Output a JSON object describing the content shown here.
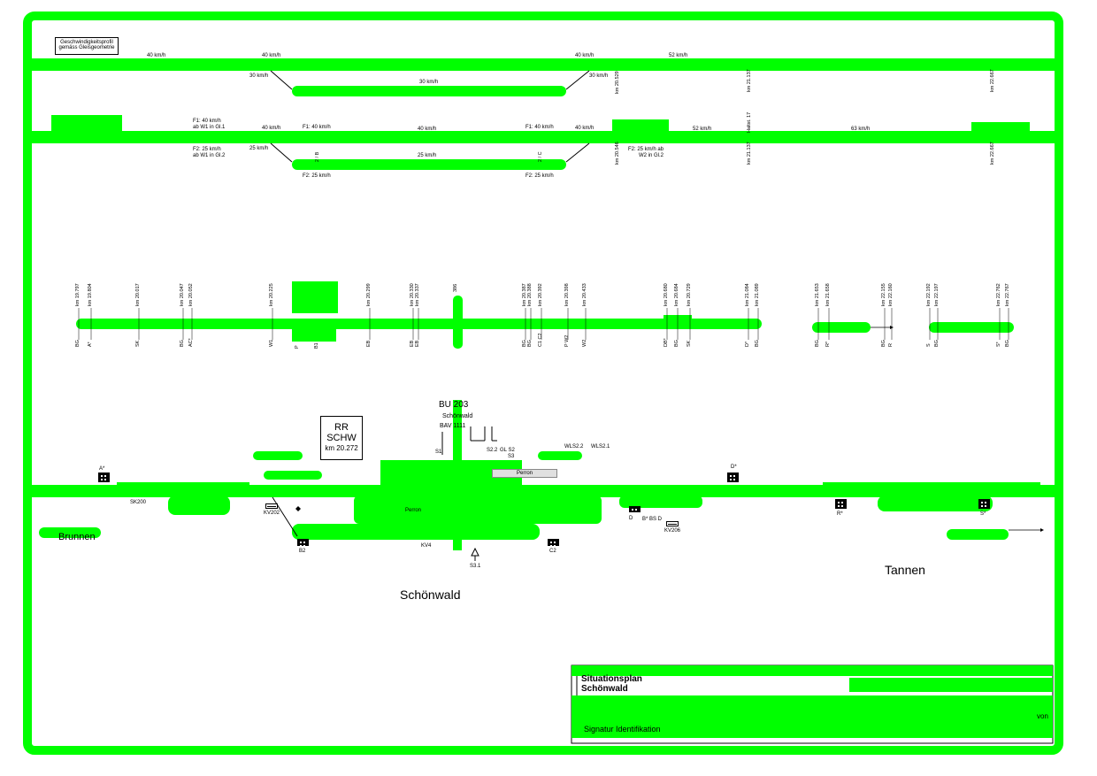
{
  "colors": {
    "highlight": "#00ff00",
    "ink": "#000000"
  },
  "speed_profile_1": {
    "title_line1": "Geschwindigkeitsprofil",
    "title_line2": "gemäss Gleisgeometrie",
    "labels": [
      {
        "text": "40 km/h"
      },
      {
        "text": "40 km/h"
      },
      {
        "text": "40 km/h"
      },
      {
        "text": "52 km/h"
      },
      {
        "text": "30 km/h"
      },
      {
        "text": "30 km/h"
      },
      {
        "text": "30 km/h"
      }
    ],
    "km_marks": [
      "km 20.529",
      "km 21.137",
      "km 22.667"
    ]
  },
  "speed_profile_2": {
    "labels": [
      {
        "text": "F1: 40 km/h"
      },
      {
        "text": "ab W1 in Gl.1"
      },
      {
        "text": "40 km/h"
      },
      {
        "text": "F1: 40 km/h"
      },
      {
        "text": "40 km/h"
      },
      {
        "text": "F1: 40 km/h"
      },
      {
        "text": "40 km/h"
      },
      {
        "text": "52 km/h"
      },
      {
        "text": "63 km/h"
      },
      {
        "text": "F2: 25 km/h"
      },
      {
        "text": "ab W1 in Gl.2"
      },
      {
        "text": "25 km/h"
      },
      {
        "text": "25 km/h"
      },
      {
        "text": "F2: 25 km/h"
      },
      {
        "text": "F2: 25 km/h"
      },
      {
        "text": "F2: 25 km/h ab"
      },
      {
        "text": "W2 in Gl.2"
      },
      {
        "text": "2 / B"
      },
      {
        "text": "2 / C"
      }
    ],
    "km_marks": [
      "km 20.546",
      "km 21.137",
      "km 22.667",
      "Haltst. 17"
    ]
  },
  "km_points": [
    {
      "km": "km 19.797",
      "tag": "BG"
    },
    {
      "km": "km 19.804",
      "tag": "A*"
    },
    {
      "km": "km 20.017",
      "tag": "SK"
    },
    {
      "km": "km 20.047",
      "tag": "BG"
    },
    {
      "km": "km 20.052",
      "tag": "AC*"
    },
    {
      "km": "km 20.225",
      "tag": "W1"
    },
    {
      "km": "km 20.299",
      "tag": "EB"
    },
    {
      "km": "km 20.330",
      "tag": "EB"
    },
    {
      "km": "km 20.337",
      "tag": "EB"
    },
    {
      "km": "km 20.387",
      "tag": "BG"
    },
    {
      "km": "km 20.388",
      "tag": "BG"
    },
    {
      "km": "km 20.392",
      "tag": "C1 C2"
    },
    {
      "km": "km 20.398",
      "tag": "P W2"
    },
    {
      "km": "km 20.433",
      "tag": "W2"
    },
    {
      "km": "km 20.680",
      "tag": "DB*"
    },
    {
      "km": "km 20.684",
      "tag": "BG"
    },
    {
      "km": "km 20.729",
      "tag": "SK"
    },
    {
      "km": "km 21.084",
      "tag": "D*"
    },
    {
      "km": "km 21.089",
      "tag": "BG"
    },
    {
      "km": "km 21.653",
      "tag": "BG"
    },
    {
      "km": "km 21.658",
      "tag": "R*"
    },
    {
      "km": "km 22.155",
      "tag": "BG"
    },
    {
      "km": "km 22.160",
      "tag": "R"
    },
    {
      "km": "km 22.192",
      "tag": "S"
    },
    {
      "km": "km 22.197",
      "tag": "BG"
    },
    {
      "km": "km 22.762",
      "tag": "S*"
    },
    {
      "km": "km 22.767",
      "tag": "BG"
    }
  ],
  "km_points_extra": [
    "386",
    "P",
    "B1"
  ],
  "station": {
    "rr_line1": "RR",
    "rr_line2": "SCHW",
    "rr_km": "km 20.272",
    "bu_title": "BU 203",
    "bu_line1": "Schönwald",
    "bu_line2": "BAV 1111",
    "left_place": "Brunnen",
    "center_place": "Schönwald",
    "right_place": "Tannen",
    "track_label": "SK200",
    "perron": "Perron",
    "perron2": "Perron",
    "signals": [
      {
        "label": "A*"
      },
      {
        "label": "D*"
      },
      {
        "label": "R*"
      },
      {
        "label": "S*"
      },
      {
        "label": "B2"
      },
      {
        "label": "C2"
      },
      {
        "label": "D"
      },
      {
        "label": "B* BS D"
      }
    ],
    "kv": [
      "KV202",
      "KV206"
    ],
    "misc": [
      "S1",
      "S2.2",
      "GL S2",
      "S3",
      "S3.1",
      "WLS2.2",
      "WLS2.1",
      "KV4"
    ]
  },
  "title_block": {
    "line1": "Situationsplan",
    "line2": "Schönwald",
    "line3": "Signatur Identifikation",
    "von": "von"
  }
}
